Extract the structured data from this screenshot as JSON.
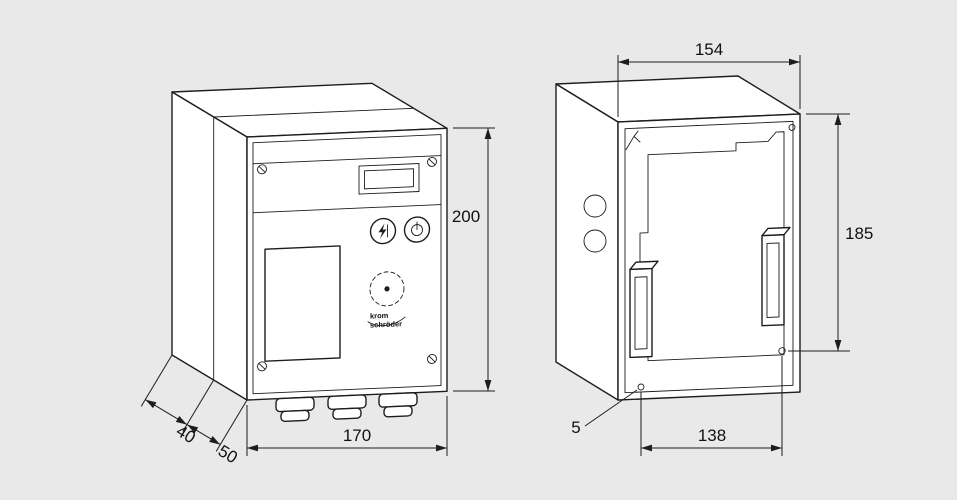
{
  "drawing": {
    "background_color": "#e9e9e9",
    "line_color": "#1d1d1b",
    "front_view": {
      "logo": {
        "line1": "krom",
        "line2": "schröder"
      },
      "dim_height": "200",
      "dim_width": "170",
      "dim_door_depth": "40",
      "dim_housing_depth": "50"
    },
    "rear_view": {
      "dim_top_width": "154",
      "dim_side_height": "185",
      "dim_bottom_width": "138",
      "dim_hole_diameter": "5"
    }
  }
}
